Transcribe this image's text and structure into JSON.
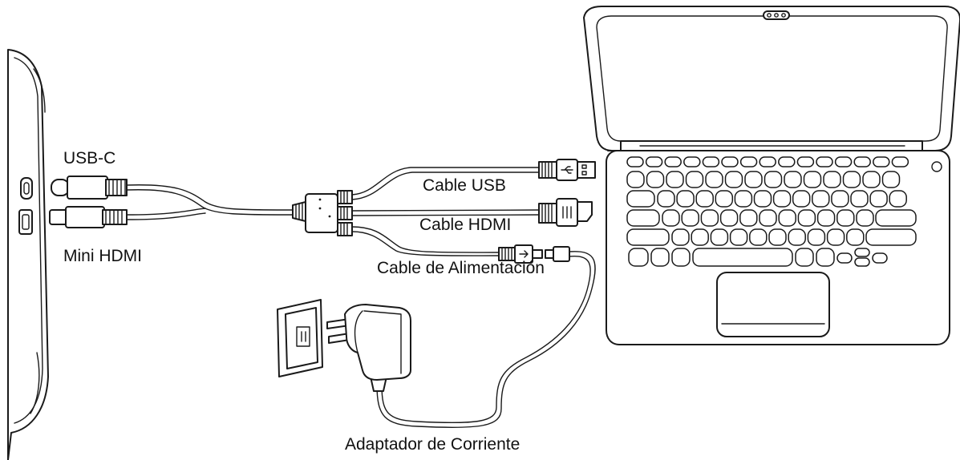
{
  "labels": {
    "usb_c": "USB-C",
    "mini_hdmi": "Mini HDMI",
    "cable_usb": "Cable USB",
    "cable_hdmi": "Cable HDMI",
    "cable_power": "Cable de Alimentación",
    "power_adapter": "Adaptador de Corriente"
  },
  "icons": {
    "usb_symbol": "usb-icon",
    "power_symbol": "power-icon"
  },
  "colors": {
    "line": "#1a1a1a",
    "fill": "#ffffff"
  }
}
